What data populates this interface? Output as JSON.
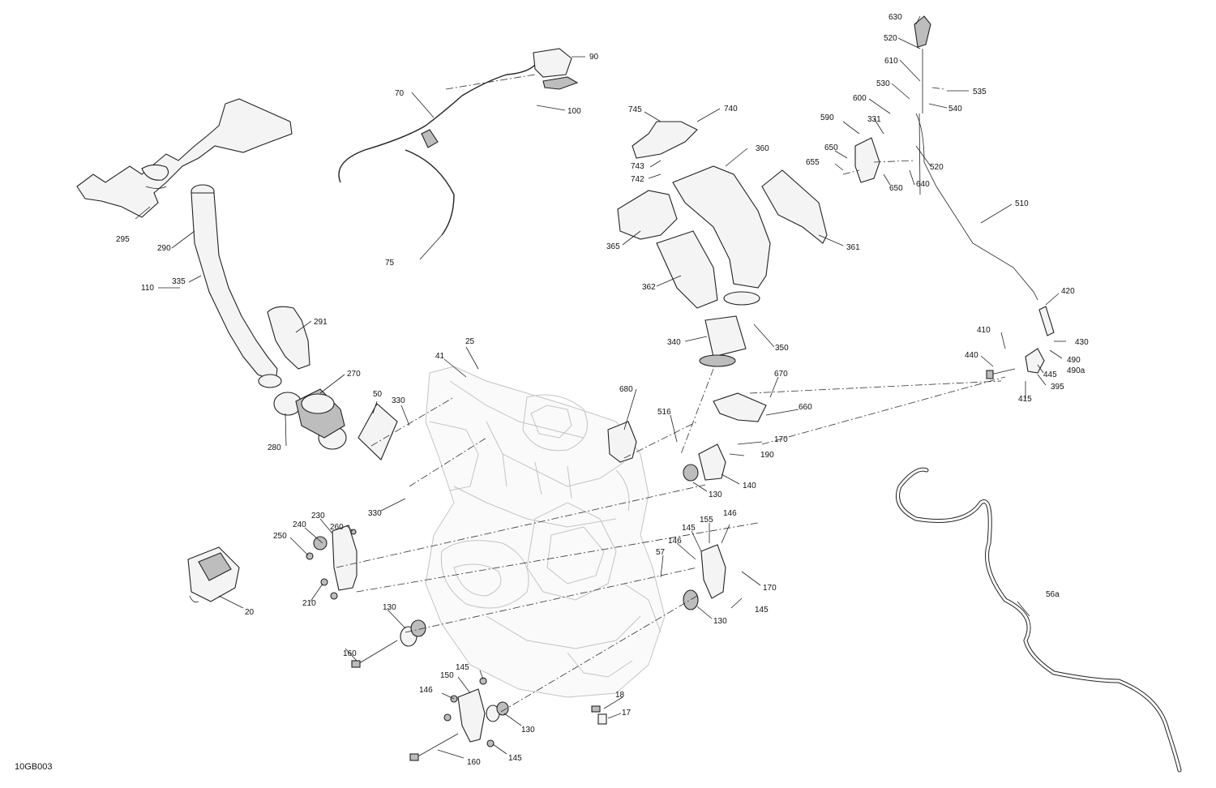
{
  "diagram_code": "10GB003",
  "callouts": {
    "c17": "17",
    "c18": "18",
    "c20": "20",
    "c25": "25",
    "c41": "41",
    "c50": "50",
    "c56a": "56a",
    "c57": "57",
    "c70": "70",
    "c75": "75",
    "c90": "90",
    "c100": "100",
    "c110": "110",
    "c130a": "130",
    "c130b": "130",
    "c130c": "130",
    "c130d": "130",
    "c140": "140",
    "c145a": "145",
    "c145b": "145",
    "c145c": "145",
    "c145d": "145",
    "c146a": "146",
    "c146b": "146",
    "c146c": "146",
    "c150": "150",
    "c155": "155",
    "c160a": "160",
    "c160b": "160",
    "c170a": "170",
    "c170b": "170",
    "c190": "190",
    "c210": "210",
    "c230": "230",
    "c240": "240",
    "c250": "250",
    "c260": "260",
    "c270": "270",
    "c280": "280",
    "c290": "290",
    "c291": "291",
    "c295": "295",
    "c330a": "330",
    "c330b": "330",
    "c331": "331",
    "c335": "335",
    "c340": "340",
    "c350": "350",
    "c360": "360",
    "c361": "361",
    "c362": "362",
    "c365": "365",
    "c395": "395",
    "c410": "410",
    "c415": "415",
    "c420": "420",
    "c430": "430",
    "c440": "440",
    "c445": "445",
    "c490": "490",
    "c490a": "490a",
    "c510": "510",
    "c516": "516",
    "c520a": "520",
    "c520b": "520",
    "c530": "530",
    "c535": "535",
    "c540": "540",
    "c590": "590",
    "c600": "600",
    "c610": "610",
    "c630": "630",
    "c640": "640",
    "c650a": "650",
    "c650b": "650",
    "c655": "655",
    "c660": "660",
    "c670": "670",
    "c680": "680",
    "c740": "740",
    "c742": "742",
    "c743": "743",
    "c745": "745"
  }
}
